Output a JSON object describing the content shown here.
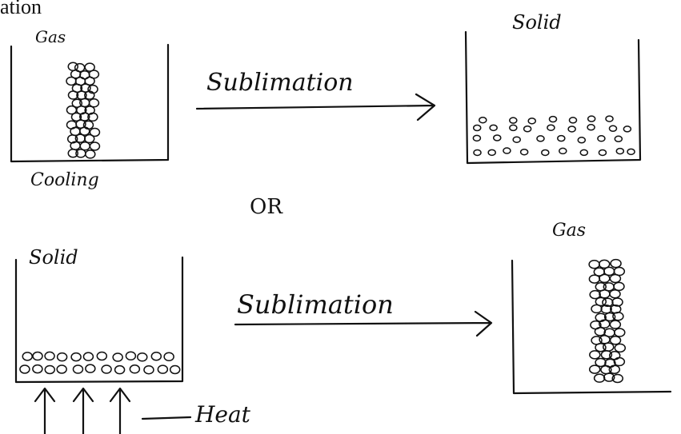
{
  "header": {
    "partial_word": "ation"
  },
  "top_row": {
    "left_container": {
      "label": "Gas",
      "bottom_label": "Cooling"
    },
    "arrow_label": "Sublimation",
    "right_container": {
      "label": "Solid"
    }
  },
  "separator": "OR",
  "bottom_row": {
    "left_container": {
      "label": "Solid"
    },
    "arrow_label": "Sublimation",
    "right_container": {
      "label": "Gas"
    },
    "heat_label": "Heat"
  }
}
